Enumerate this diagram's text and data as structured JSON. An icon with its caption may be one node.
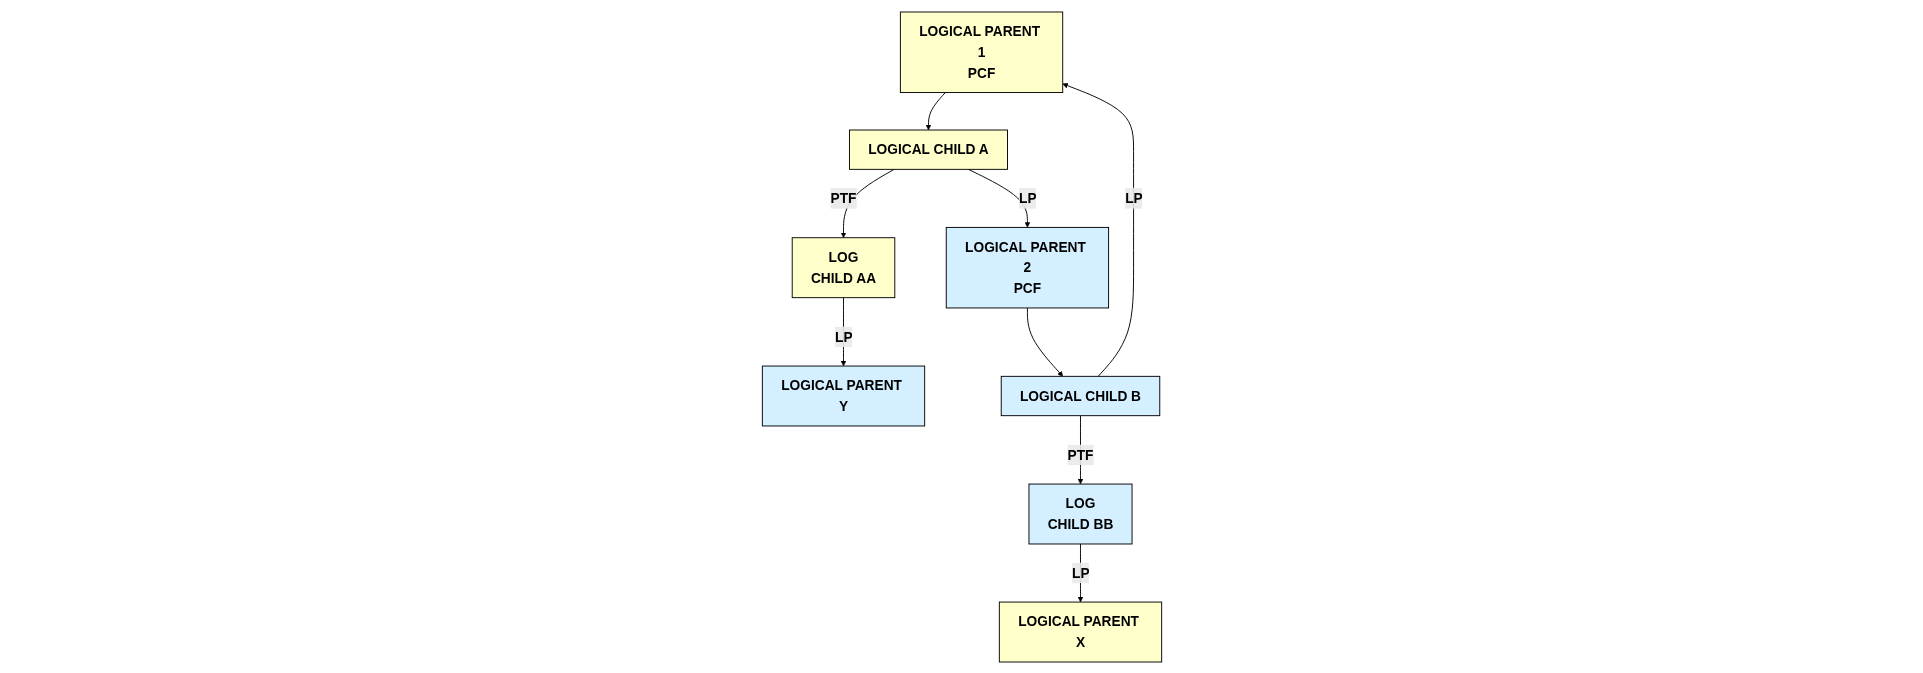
{
  "diagram": {
    "nodes": [
      {
        "text": [
          "LOGICAL PARENT X"
        ]
      },
      {
        "text": [
          "LOGICAL PARENT 1",
          "PCF"
        ]
      },
      {
        "text": [
          "LOGICAL PARENT Y"
        ]
      },
      {
        "text": [
          "LOGICAL PARENT 2",
          "PCF"
        ]
      },
      {
        "text": [
          "LOG",
          "CHILD AA"
        ]
      },
      {
        "text": [
          "LOGICAL CHILD A"
        ]
      },
      {
        "text": [
          "LOG",
          "CHILD BB"
        ]
      },
      {
        "text": [
          "LOGICAL CHILD B"
        ]
      }
    ],
    "edges": [
      {
        "from": 1,
        "to": 5,
        "arrow": "to"
      },
      {
        "from": 3,
        "to": 7,
        "arrow": "to"
      },
      {
        "from": 5,
        "to": 4,
        "arrow": "to",
        "label": "PTF"
      },
      {
        "from": 7,
        "to": 6,
        "arrow": "to",
        "label": "PTF"
      },
      {
        "from": 4,
        "to": 2,
        "arrow": "to",
        "label": "LP"
      },
      {
        "from": 5,
        "to": 3,
        "arrow": "to",
        "label": "LP"
      },
      {
        "from": 6,
        "to": 0,
        "arrow": "to",
        "label": "LP"
      },
      {
        "from": 7,
        "to": 1,
        "arrow": "to",
        "label": "LP"
      }
    ]
  }
}
